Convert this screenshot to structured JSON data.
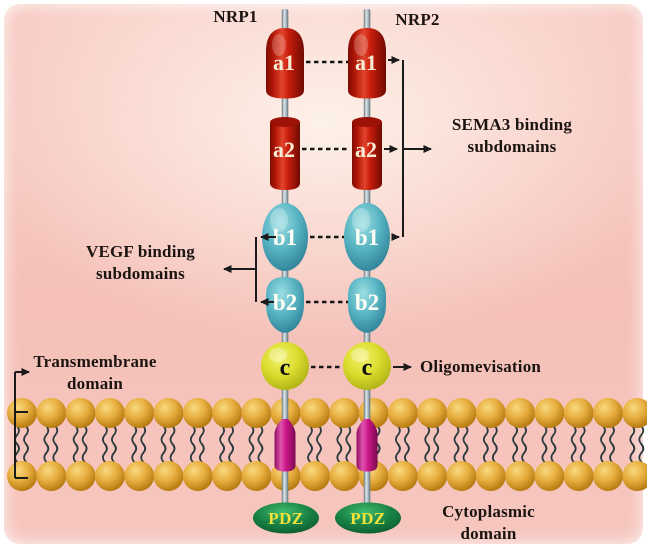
{
  "diagram": {
    "receptor_labels": {
      "nrp1": "NRP1",
      "nrp2": "NRP2"
    },
    "domains": {
      "a1": "a1",
      "a2": "a2",
      "b1": "b1",
      "b2": "b2",
      "c": "c",
      "pdz": "PDZ"
    },
    "annotations": {
      "sema3_line1": "SEMA3 binding",
      "sema3_line2": "subdomains",
      "vegf_line1": "VEGF binding",
      "vegf_line2": "subdomains",
      "transmembrane_line1": "Transmembrane",
      "transmembrane_line2": "domain",
      "oligomerization": "Oligomevisation",
      "cytoplasmic_line1": "Cytoplasmic",
      "cytoplasmic_line2": "domain"
    },
    "colors": {
      "panel_pink": "#f6c5bd",
      "panel_light": "#fdf0e8",
      "domain_a_red": "#c41a0c",
      "domain_b_teal": "#4fb0c0",
      "domain_c_yellow": "#d9da25",
      "lipid_gold": "#e2a93c",
      "helix_magenta": "#cc1787",
      "pdz_green": "#178044",
      "pdz_text": "#f2e23c",
      "stalk_gray": "#93a2ab",
      "line_black": "#1a1a1a"
    },
    "membrane": {
      "lipids_per_row": 22,
      "rows": 2
    }
  }
}
